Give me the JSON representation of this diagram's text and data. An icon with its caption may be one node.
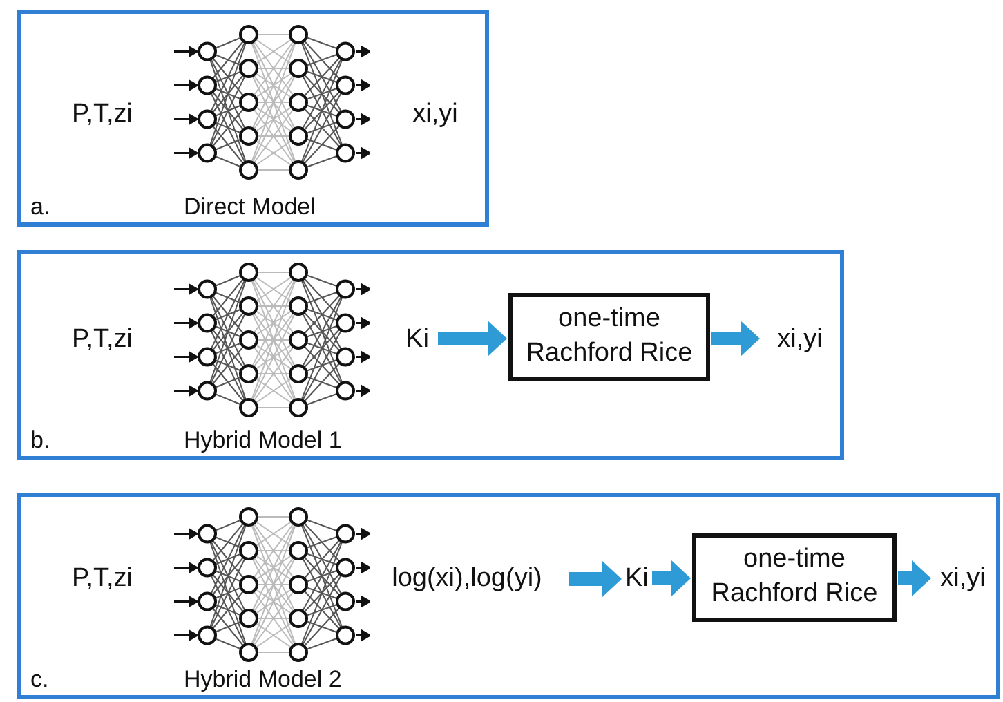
{
  "diagram": {
    "nodes": [
      {
        "text": [
          "a.",
          "Direct Model"
        ]
      },
      {
        "text": [
          "P,T,zi"
        ],
        "in": 0
      },
      {
        "text": [],
        "shape": "picture",
        "in": 0
      },
      {
        "text": [
          "xi,yi"
        ],
        "in": 0
      },
      {
        "text": [
          "b.",
          "Hybrid Model 1"
        ]
      },
      {
        "text": [
          "P,T,zi"
        ],
        "in": 4
      },
      {
        "text": [],
        "shape": "picture",
        "in": 4
      },
      {
        "text": [
          "Ki"
        ],
        "in": 4
      },
      {
        "text": [
          "one-time Rachford Rice"
        ],
        "in": 4
      },
      {
        "text": [
          "xi,yi"
        ],
        "in": 4
      },
      {
        "text": [
          "c.",
          "Hybrid Model 2"
        ]
      },
      {
        "text": [
          "P,T,zi"
        ],
        "in": 10
      },
      {
        "text": [],
        "shape": "picture",
        "in": 10
      },
      {
        "text": [
          "log(xi),log(yi)"
        ],
        "in": 10
      },
      {
        "text": [
          "Ki"
        ],
        "in": 10
      },
      {
        "text": [
          "one-time Rachford Rice"
        ],
        "in": 10
      },
      {
        "text": [
          "xi,yi"
        ],
        "in": 10
      }
    ],
    "edges": [
      {
        "from": 7,
        "to": 8,
        "arrow": "to"
      },
      {
        "from": 8,
        "to": 9,
        "arrow": "to"
      },
      {
        "from": 13,
        "to": 14,
        "arrow": "to"
      },
      {
        "from": 14,
        "to": 15,
        "arrow": "to"
      },
      {
        "from": 15,
        "to": 16,
        "arrow": "to"
      }
    ]
  }
}
